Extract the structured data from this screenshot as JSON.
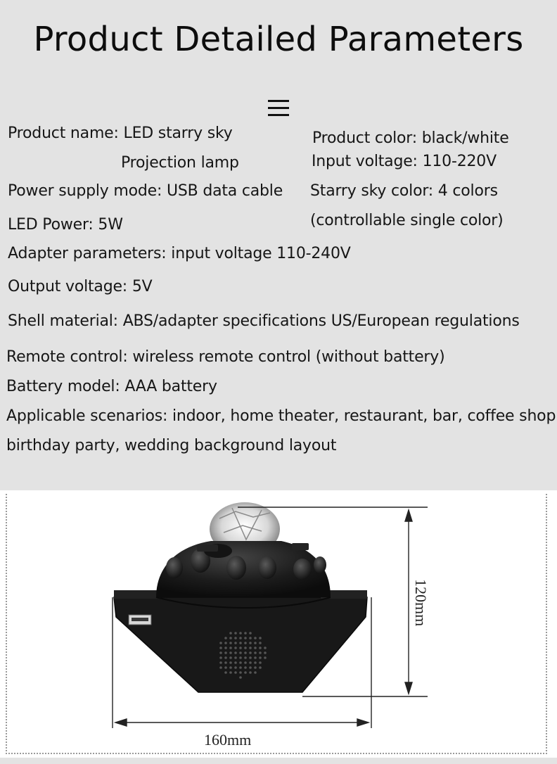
{
  "title": "Product Detailed Parameters",
  "left_params": {
    "product_name": "Product name: LED starry sky",
    "product_name_cont": "Projection lamp",
    "power_supply": "Power supply mode: USB data cable",
    "led_power": "LED Power: 5W"
  },
  "right_params": {
    "product_color": "Product color: black/white",
    "input_voltage": "Input voltage: 110-220V",
    "starry_color": "Starry sky color: 4 colors",
    "starry_color_cont": "(controllable single color)"
  },
  "full_params": {
    "adapter": "Adapter parameters: input voltage 110-240V",
    "output_voltage": "Output voltage: 5V",
    "shell_material": "Shell material: ABS/adapter specifications US/European regulations",
    "remote_control": "Remote control: wireless remote control (without battery)",
    "battery_model": "Battery model: AAA battery",
    "scenarios": "Applicable scenarios: indoor, home theater, restaurant, bar, coffee shop",
    "scenarios_cont": "birthday party, wedding background layout"
  },
  "dimensions": {
    "height_label": "120mm",
    "width_label": "160mm"
  },
  "icons": [
    "menu-icon",
    "usb-port-icon",
    "speaker-grille-icon"
  ],
  "colors": {
    "background": "#e3e3e3",
    "product_body": "#1a1a1a"
  }
}
